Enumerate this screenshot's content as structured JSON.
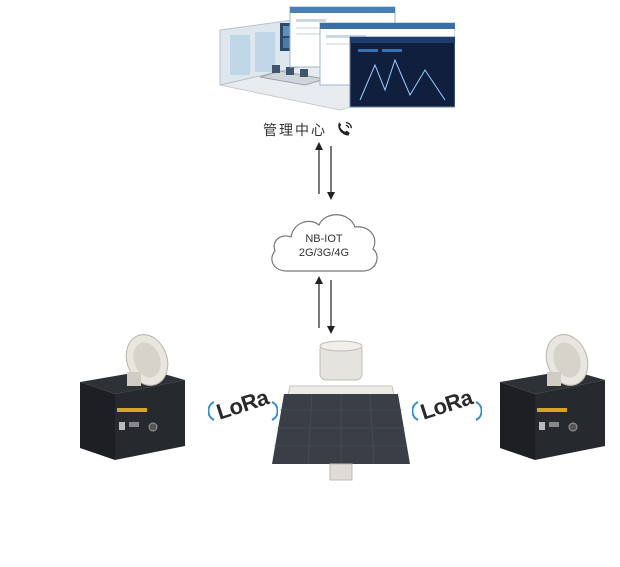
{
  "center": {
    "label": "管理中心"
  },
  "network": {
    "line1": "NB-IOT",
    "line2": "2G/3G/4G"
  },
  "lora_left": {
    "label": "LoRa"
  },
  "lora_right": {
    "label": "LoRa"
  },
  "colors": {
    "text": "#333333",
    "arrow": "#222222",
    "wave": "#2b8fd6",
    "panel": "#3a3f47"
  },
  "icons": [
    "phone-icon",
    "cloud-icon",
    "wifi-wave-icon"
  ]
}
